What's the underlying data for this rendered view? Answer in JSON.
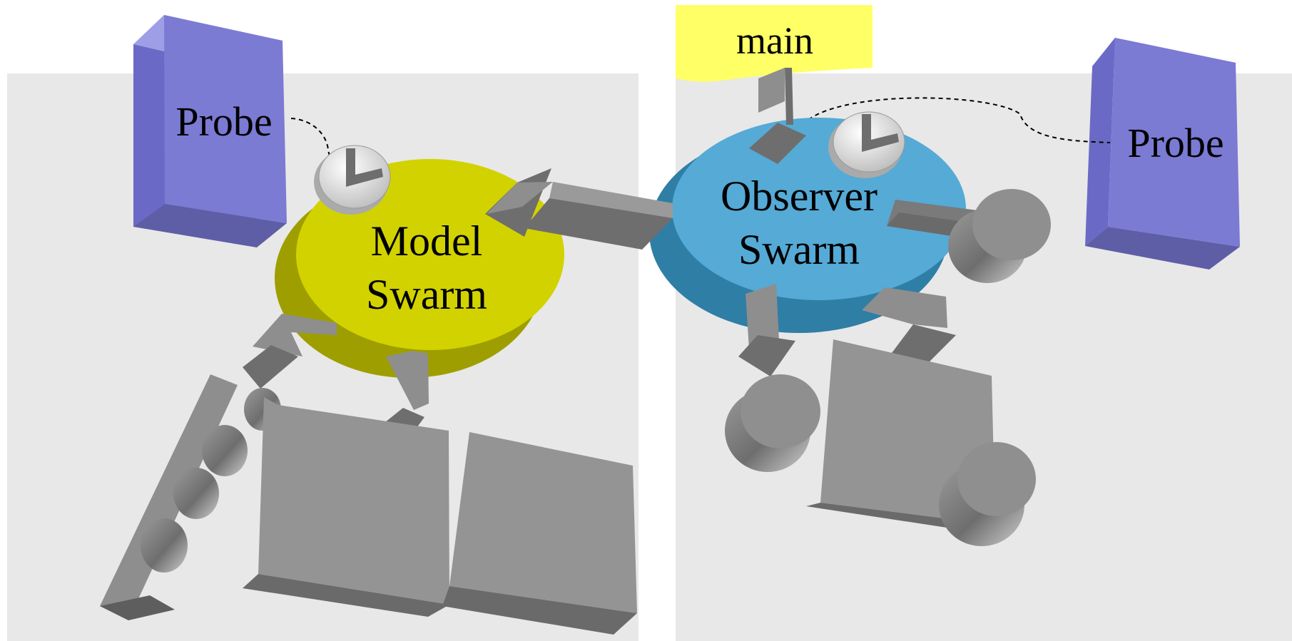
{
  "diagram": {
    "main_label": "main",
    "model_swarm": {
      "line1": "Model",
      "line2": "Swarm"
    },
    "observer_swarm": {
      "line1": "Observer",
      "line2": "Swarm"
    },
    "probe_left": "Probe",
    "probe_right": "Probe"
  },
  "colors": {
    "panel": "#e8e8e8",
    "main_tab": "#ffff66",
    "probe": "#7b7bd4",
    "model_swarm": "#d2d200",
    "observer_swarm": "#55aad6",
    "object_gray": "#949494"
  }
}
